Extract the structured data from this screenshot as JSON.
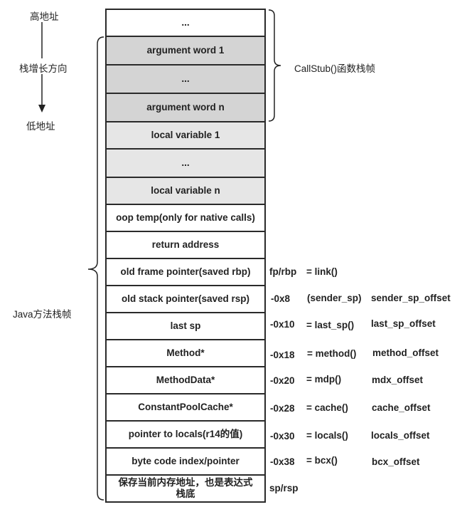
{
  "legend": {
    "high_address": "高地址",
    "growth_direction": "栈增长方向",
    "low_address": "低地址"
  },
  "braces": {
    "callstub_frame": "CallStub()函数栈帧",
    "java_frame": "Java方法栈帧"
  },
  "stack": {
    "slots": [
      {
        "label": "..."
      },
      {
        "label": "argument word 1"
      },
      {
        "label": "..."
      },
      {
        "label": "argument word n"
      },
      {
        "label": "local variable 1"
      },
      {
        "label": "..."
      },
      {
        "label": "local variable n"
      },
      {
        "label": "oop temp(only for native calls)"
      },
      {
        "label": "return address"
      },
      {
        "label": "old frame pointer(saved rbp)"
      },
      {
        "label": "old stack pointer(saved rsp)"
      },
      {
        "label": "last sp"
      },
      {
        "label": "Method*"
      },
      {
        "label": "MethodData*"
      },
      {
        "label": "ConstantPoolCache*"
      },
      {
        "label": "pointer to locals(r14的值)"
      },
      {
        "label": "byte code index/pointer"
      },
      {
        "label": "保存当前内存地址，也是表达式栈底"
      }
    ]
  },
  "annotations": {
    "rbp": {
      "offset": "fp/rbp",
      "accessor": "= link()"
    },
    "sender_sp": {
      "offset": "-0x8",
      "accessor": "(sender_sp)",
      "name": "sender_sp_offset"
    },
    "last_sp": {
      "offset": "-0x10",
      "accessor": "= last_sp()",
      "name": "last_sp_offset"
    },
    "method": {
      "offset": "-0x18",
      "accessor": "= method()",
      "name": "method_offset"
    },
    "mdp": {
      "offset": "-0x20",
      "accessor": "= mdp()",
      "name": "mdx_offset"
    },
    "cache": {
      "offset": "-0x28",
      "accessor": "= cache()",
      "name": "cache_offset"
    },
    "locals": {
      "offset": "-0x30",
      "accessor": "= locals()",
      "name": "locals_offset"
    },
    "bcx": {
      "offset": "-0x38",
      "accessor": "= bcx()",
      "name": "bcx_offset"
    },
    "rsp": {
      "offset": "sp/rsp"
    }
  },
  "colors": {
    "border": "#2a2a2a",
    "argument_fill": "#d4d4d4",
    "local_fill": "#e6e6e6",
    "plain_fill": "#ffffff"
  }
}
